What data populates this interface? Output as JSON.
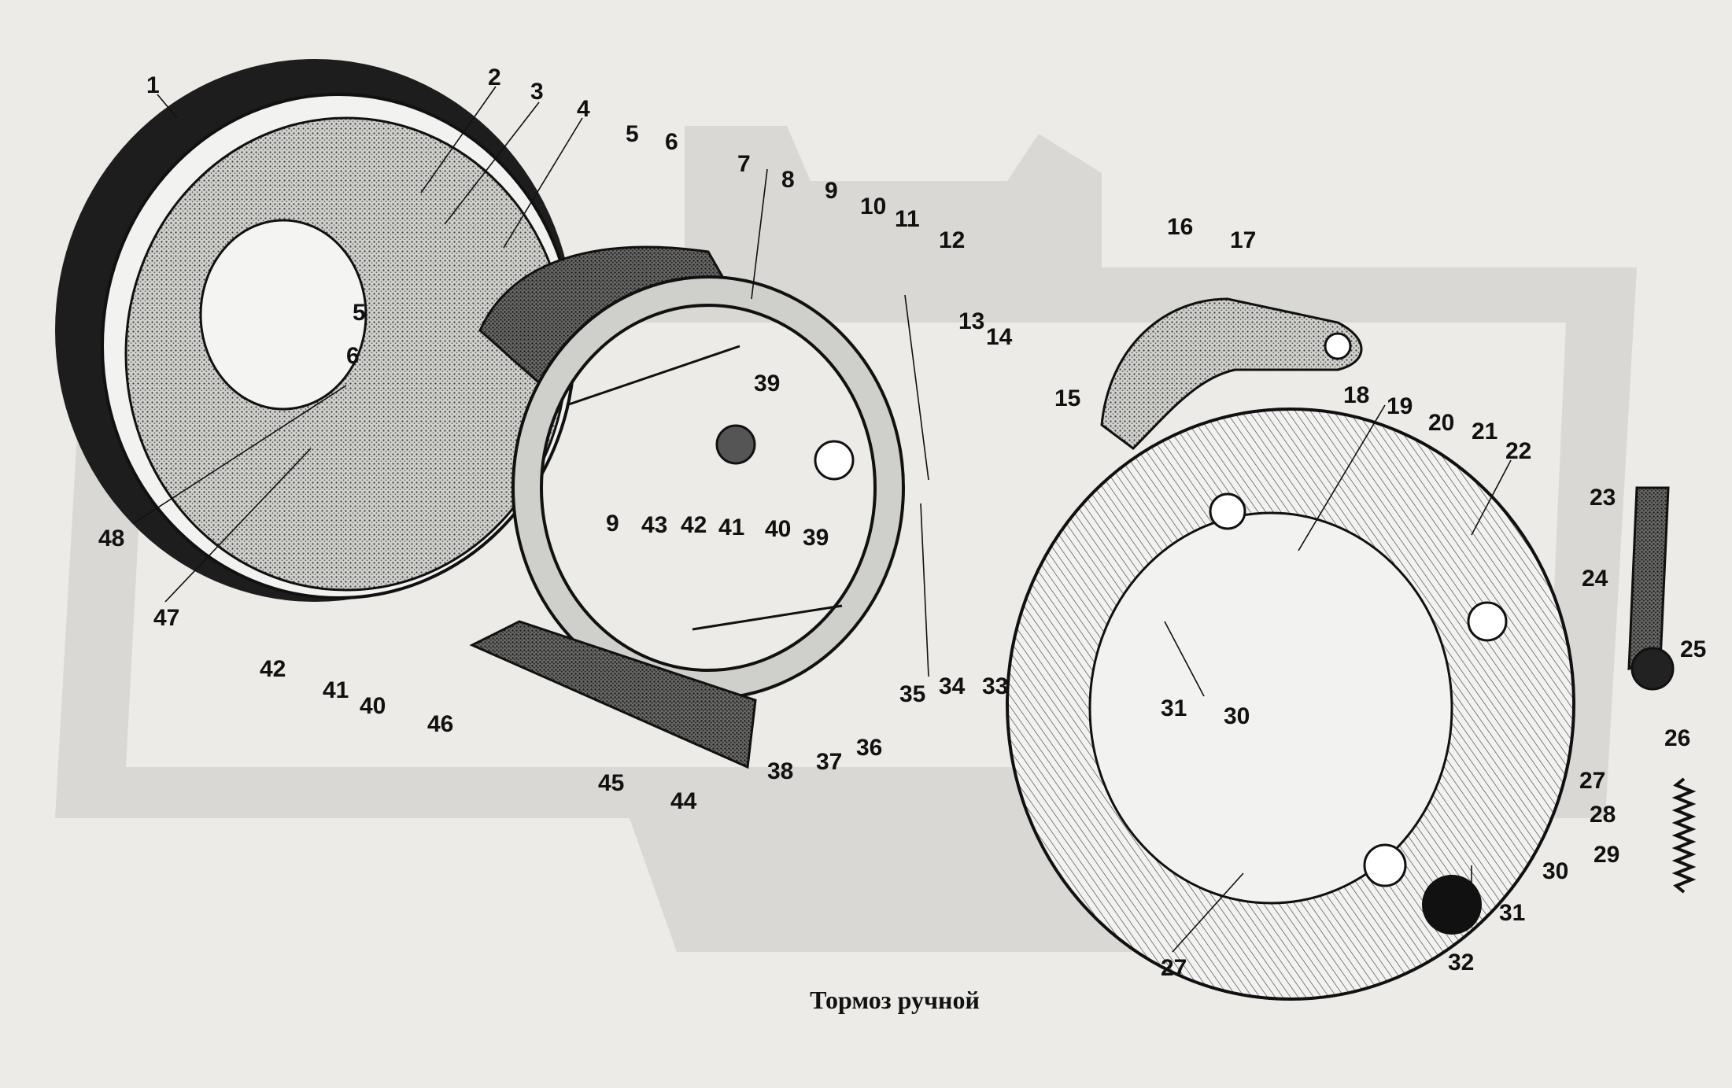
{
  "caption": "Тормоз ручной",
  "callouts": [
    "1",
    "2",
    "3",
    "4",
    "5",
    "6",
    "7",
    "8",
    "9",
    "10",
    "11",
    "12",
    "13",
    "14",
    "15",
    "16",
    "17",
    "18",
    "19",
    "20",
    "21",
    "22",
    "23",
    "24",
    "25",
    "26",
    "27",
    "28",
    "29",
    "30",
    "31",
    "32",
    "33",
    "34",
    "35",
    "36",
    "37",
    "38",
    "39",
    "40",
    "41",
    "42",
    "43",
    "44",
    "45",
    "46",
    "47",
    "48"
  ],
  "colors": {
    "background": "#ecebe8",
    "watermark": "#d9d8d5",
    "ink": "#111111",
    "metal": "#8a8a88"
  }
}
